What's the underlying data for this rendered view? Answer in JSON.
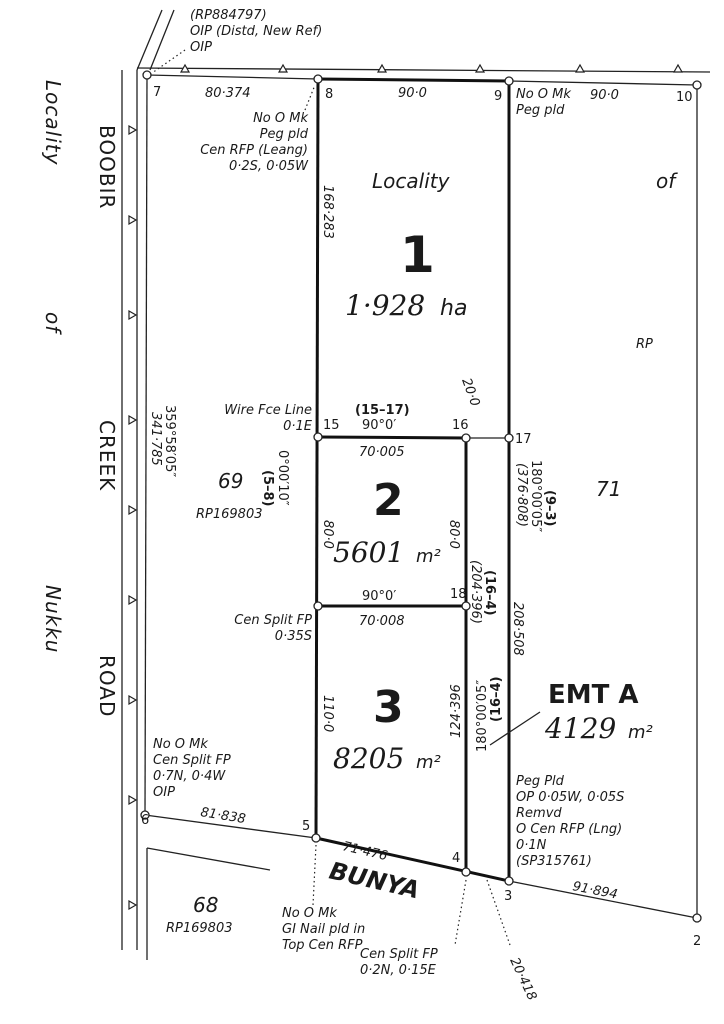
{
  "roads": {
    "left_road": [
      "Locality",
      "BOOBIR",
      "of",
      "CREEK",
      "Nukku",
      "ROAD"
    ],
    "bottom_road": "BUNYA"
  },
  "stations": [
    "2",
    "3",
    "4",
    "5",
    "6",
    "7",
    "8",
    "9",
    "10",
    "15",
    "16",
    "17",
    "18"
  ],
  "lots": {
    "lot1": {
      "number": "1",
      "area": "1·928",
      "unit": "ha",
      "locality": "Locality",
      "of": "of"
    },
    "lot2": {
      "number": "2",
      "area": "5601",
      "unit": "m²"
    },
    "lot3": {
      "number": "3",
      "area": "8205",
      "unit": "m²"
    },
    "emt": {
      "name": "EMT A",
      "area": "4129",
      "unit": "m²"
    },
    "lot69": {
      "number": "69",
      "plan": "RP169803"
    },
    "lot68": {
      "number": "68",
      "plan": "RP169803"
    },
    "lot71": {
      "number": "71"
    },
    "rp": "RP"
  },
  "dimensions": {
    "d7_8": "80·374",
    "d8_9": "90·0",
    "d9_10": "90·0",
    "d8_15": "168·283",
    "d15_16": "70·005",
    "b15_17": "90°0′",
    "ref15_17": "(15–17)",
    "d16_17": "20·0",
    "d15_18": "80·0",
    "d16_18": "80·0",
    "b18": "90°0′",
    "d18_5w": "70·008",
    "ref5_8": "(5–8)",
    "b5_8": "0°00′10″",
    "b7_6": "359°58′05″",
    "d7_6": "341·785",
    "d9_3": "(376·808)",
    "b9_3": "180°00′05″",
    "ref9_3": "(9–3)",
    "d17_3": "208·508",
    "d16_4": "(204·396)",
    "ref16_4": "(16–4)",
    "b16_4": "180°00′05″",
    "ref16_4b": "(16–4)",
    "d18_4": "124·396",
    "d5_18": "110·0",
    "d6_5": "81·838",
    "d5_4": "71·476",
    "d3_2": "91·894",
    "d4_3": "20·418"
  },
  "notes": {
    "top": [
      "(RP884797)",
      "OIP (Distd, New Ref)",
      "OIP"
    ],
    "n8": [
      "No O Mk",
      "Peg pld",
      "Cen RFP (Leang)",
      "0·2S, 0·05W"
    ],
    "n9": [
      "No O Mk",
      "Peg pld"
    ],
    "n15": [
      "Wire Fce Line",
      "0·1E"
    ],
    "n18": [
      "Cen Split FP",
      "0·35S"
    ],
    "n6": [
      "No O Mk",
      "Cen Split FP",
      "0·7N, 0·4W",
      "OIP"
    ],
    "n3": [
      "Peg Pld",
      "OP 0·05W, 0·05S",
      "Remvd",
      "O Cen RFP (Lng)",
      "0·1N",
      "(SP315761)"
    ],
    "n5": [
      "No O Mk",
      "GI Nail pld in",
      "Top Cen RFP"
    ],
    "n4": [
      "Cen Split FP",
      "0·2N, 0·15E"
    ]
  }
}
